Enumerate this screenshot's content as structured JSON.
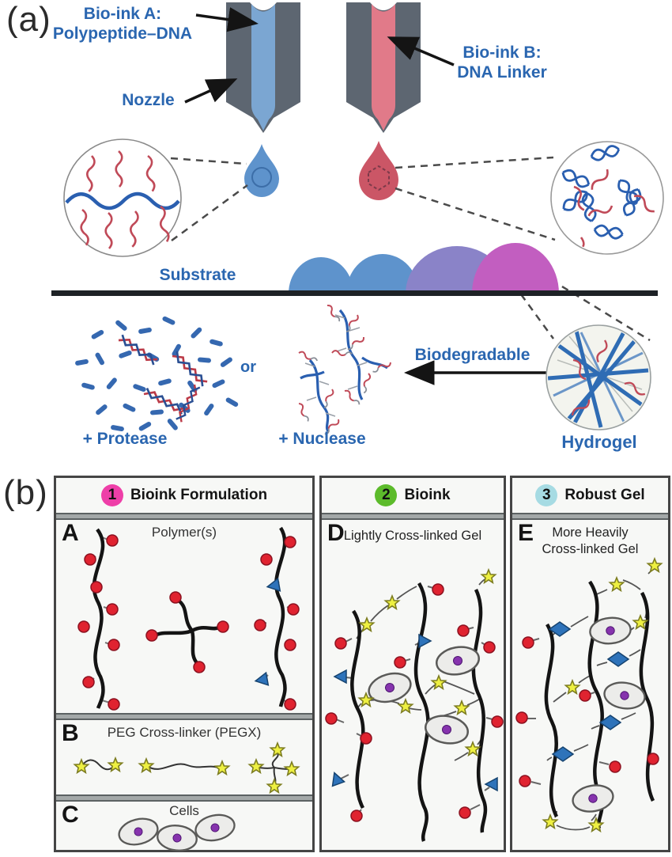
{
  "panel_a": {
    "label": "(a)",
    "bioink_a_line1": "Bio-ink A:",
    "bioink_a_line2": "Polypeptide–DNA",
    "nozzle_label": "Nozzle",
    "bioink_b_line1": "Bio-ink B:",
    "bioink_b_line2": "DNA Linker",
    "substrate_label": "Substrate",
    "protease_label": "+ Protease",
    "or_label": "or",
    "nuclease_label": "+ Nuclease",
    "biodegradable_label": "Biodegradable",
    "hydrogel_label": "Hydrogel"
  },
  "panel_b": {
    "label": "(b)",
    "box1": {
      "badge": "1",
      "title": "Bioink Formulation",
      "section_a": {
        "letter": "A",
        "title": "Polymer(s)"
      },
      "section_b": {
        "letter": "B",
        "title": "PEG Cross-linker (PEGX)"
      },
      "section_c": {
        "letter": "C",
        "title": "Cells"
      }
    },
    "box2": {
      "badge": "2",
      "title": "Bioink",
      "letter": "D",
      "caption": "Lightly Cross-linked Gel"
    },
    "box3": {
      "badge": "3",
      "title": "Robust Gel",
      "letter": "E",
      "caption_line1": "More Heavily",
      "caption_line2": "Cross-linked Gel"
    }
  },
  "colors": {
    "label_blue": "#2a66b0",
    "nozzle_gray": "#5d6671",
    "bioink_a_blue": "#7ba6d2",
    "bioink_b_pink": "#e17a89",
    "droplet_blue": "#5e93cc",
    "droplet_red": "#cb5666",
    "dome_blue": "#5e93cc",
    "dome_purple": "#8a83c8",
    "dome_magenta": "#c25ec0",
    "polymer_black": "#141414",
    "functional_group_red": "#e02330",
    "pegx_star_yellow": "#eef041",
    "linker_blue": "#2e73ba",
    "cell_fill": "#ececea",
    "cell_nucleus_purple": "#8633ad",
    "badge1_pink": "#ee3fa8",
    "badge2_green": "#5cbb2b",
    "badge3_cyan": "#a6dbe3"
  }
}
